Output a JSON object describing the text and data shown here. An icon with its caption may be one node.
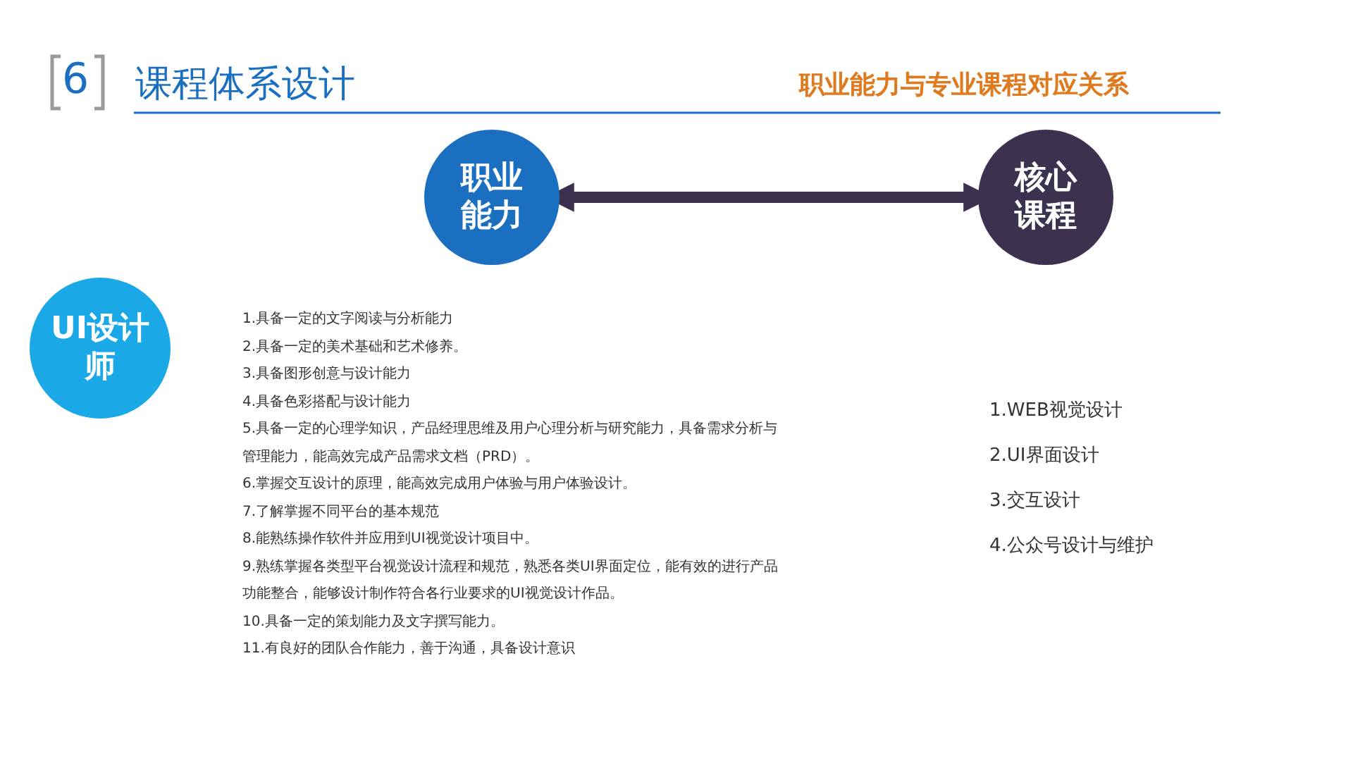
{
  "diagram": {
    "title": "课程体系设计",
    "nodes": [
      {
        "text": [
          "职业能力"
        ]
      },
      {
        "text": [
          "核心课程"
        ]
      },
      {
        "text": [
          "UI设计师"
        ]
      }
    ],
    "edges": [
      {
        "from": 0,
        "to": 1,
        "arrow": "both"
      }
    ],
    "labels": [
      "6",
      "职业能力与专业课程对应关系",
      "1.具备一定的文字阅读与分析能力",
      "2.具备一定的美术基础和艺术修养。",
      "3.具备图形创意与设计能力",
      "4.具备色彩搭配与设计能力",
      "5.具备一定的心理学知识，产品经理思维及用户心理分析与研究能力，具备需求分析与管理能力，能高效完成产品需求文档（PRD）。",
      "6.掌握交互设计的原理，能高效完成用户体验与用户体验设计。",
      "7.了解掌握不同平台的基本规范",
      "8.能熟练操作软件并应用到UI视觉设计项目中。",
      "9.熟练掌握各类型平台视觉设计流程和规范，熟悉各类UI界面定位，能有效的进行产品功能整合，能够设计制作符合各行业要求的UI视觉设计作品。",
      "10.具备一定的策划能力及文字撰写能力。",
      "11.有良好的团队合作能力，善于沟通，具备设计意识",
      "1.WEB视觉设计",
      "2.UI界面设计",
      "3.交互设计",
      "4.公众号设计与维护"
    ]
  }
}
